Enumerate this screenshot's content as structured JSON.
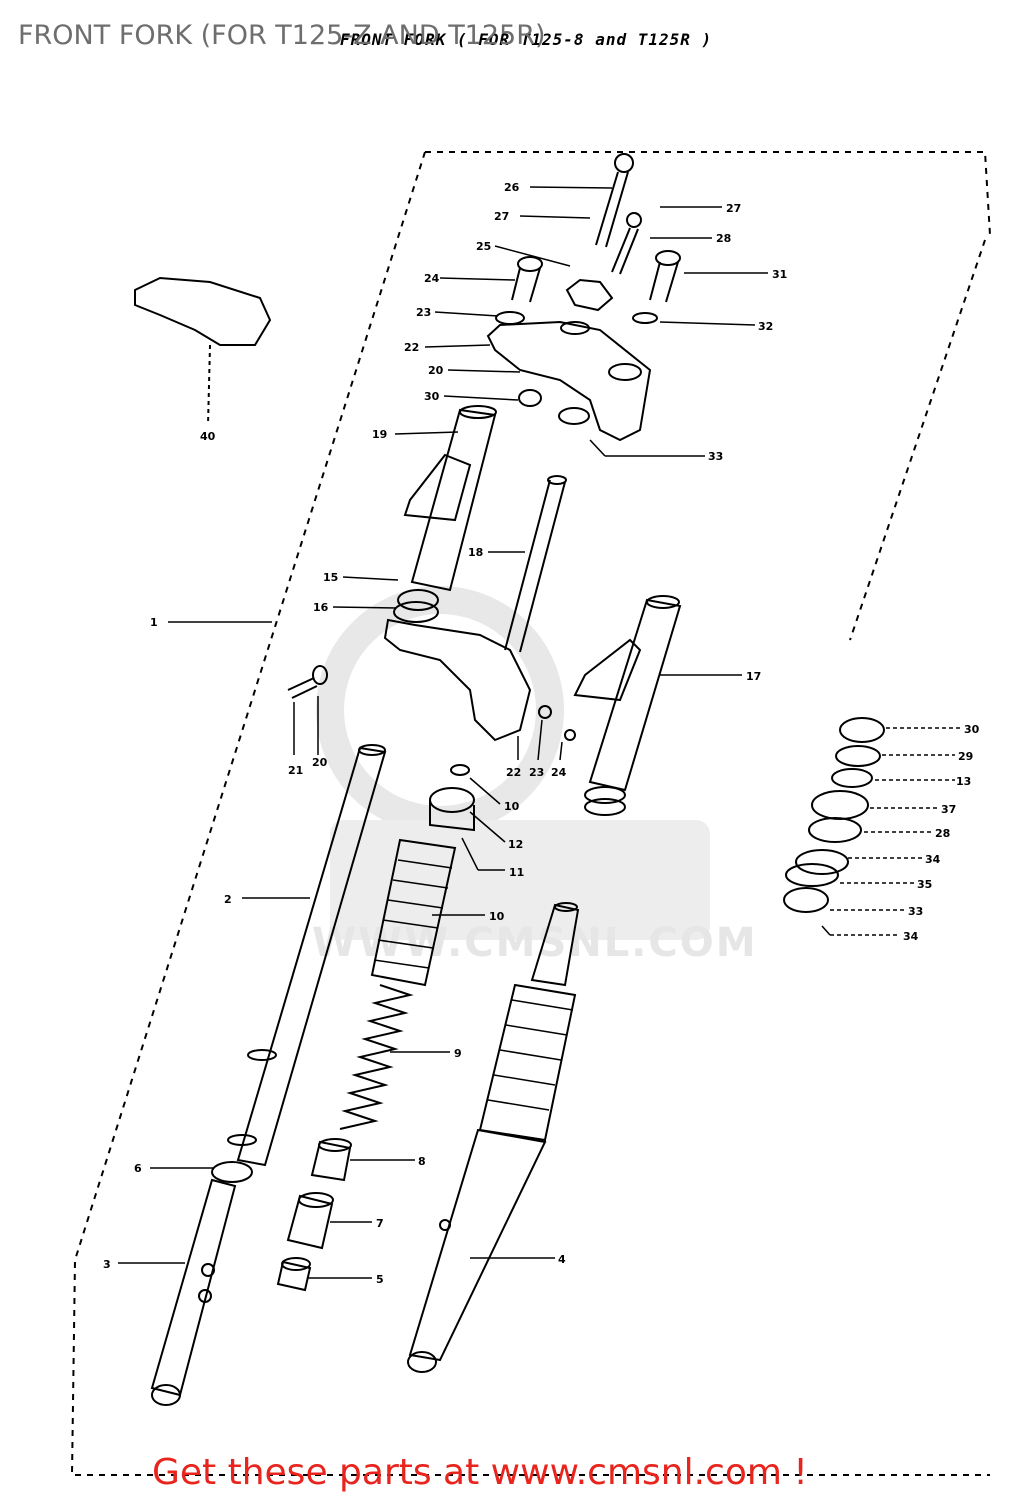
{
  "title": "FRONT FORK (FOR T125-Z AND T125R)",
  "scan_title": "FRONT FORK ( FOR T125-8 and T125R )",
  "watermark": "WWW.CMSNL.COM",
  "cta": "Get these parts at www.cmsnl.com !",
  "colors": {
    "cta": "#e8241d",
    "title": "#6e6e6e",
    "line": "#000000",
    "watermark": "#e6e6e6"
  },
  "callouts": [
    "26",
    "27",
    "27",
    "25",
    "28",
    "24",
    "31",
    "23",
    "32",
    "22",
    "20",
    "30",
    "40",
    "19",
    "33",
    "18",
    "15",
    "16",
    "1",
    "17",
    "21",
    "20",
    "22",
    "23",
    "24",
    "10",
    "12",
    "11",
    "2",
    "10",
    "9",
    "8",
    "6",
    "7",
    "3",
    "5",
    "4",
    "30",
    "29",
    "13",
    "37",
    "28",
    "34",
    "35",
    "33",
    "34"
  ]
}
